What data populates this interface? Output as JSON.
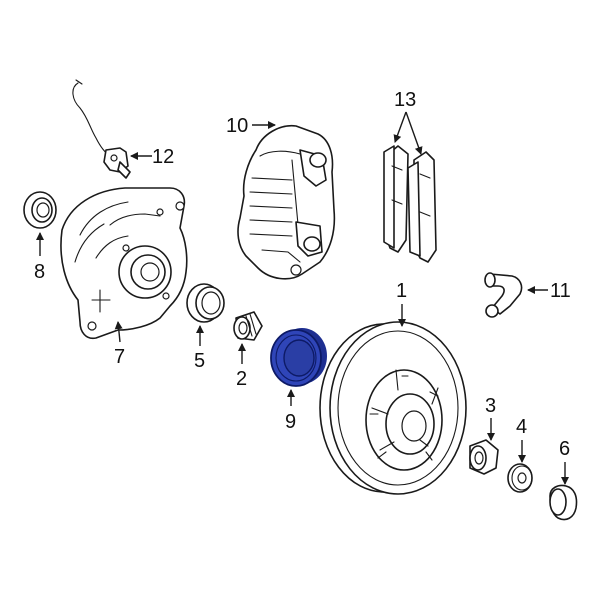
{
  "diagram": {
    "highlight_color": "#2f45b8",
    "highlighted_part": "9",
    "callouts": {
      "c1": "1",
      "c2": "2",
      "c3": "3",
      "c4": "4",
      "c5": "5",
      "c6": "6",
      "c7": "7",
      "c8": "8",
      "c9": "9",
      "c10": "10",
      "c11": "11",
      "c12": "12",
      "c13": "13"
    }
  }
}
